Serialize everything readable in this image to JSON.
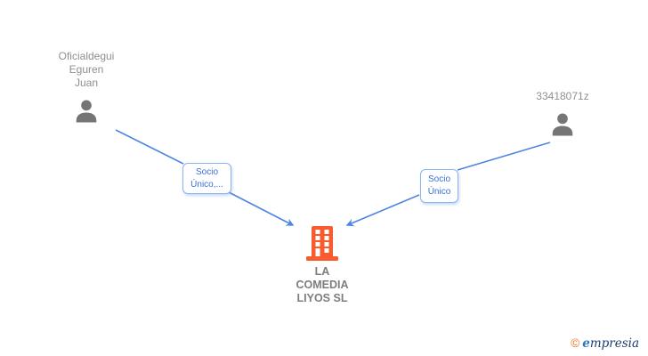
{
  "diagram": {
    "persons": [
      {
        "name": "Oficialdegui\nEguren\nJuan"
      },
      {
        "name": "33418071z"
      }
    ],
    "company": {
      "name": "LA\nCOMEDIA\nLIYOS SL"
    },
    "edges": [
      {
        "label": "Socio\nÚnico,..."
      },
      {
        "label": "Socio\nÚnico"
      }
    ]
  },
  "footer": {
    "copyright": "©",
    "brand_initial": "e",
    "brand_rest": "mpresia"
  },
  "colors": {
    "edge_blue": "#4c86e0",
    "edge_label_blue": "#3a70d4",
    "edge_label_border": "#8ab4f0",
    "building_orange": "#fa5b2e",
    "person_icon_gray": "#757575",
    "person_text_gray": "#8f8f8f",
    "company_text_gray": "#7d7d7d",
    "logo_orange": "#f07522",
    "logo_navy": "#1d3d6b"
  }
}
